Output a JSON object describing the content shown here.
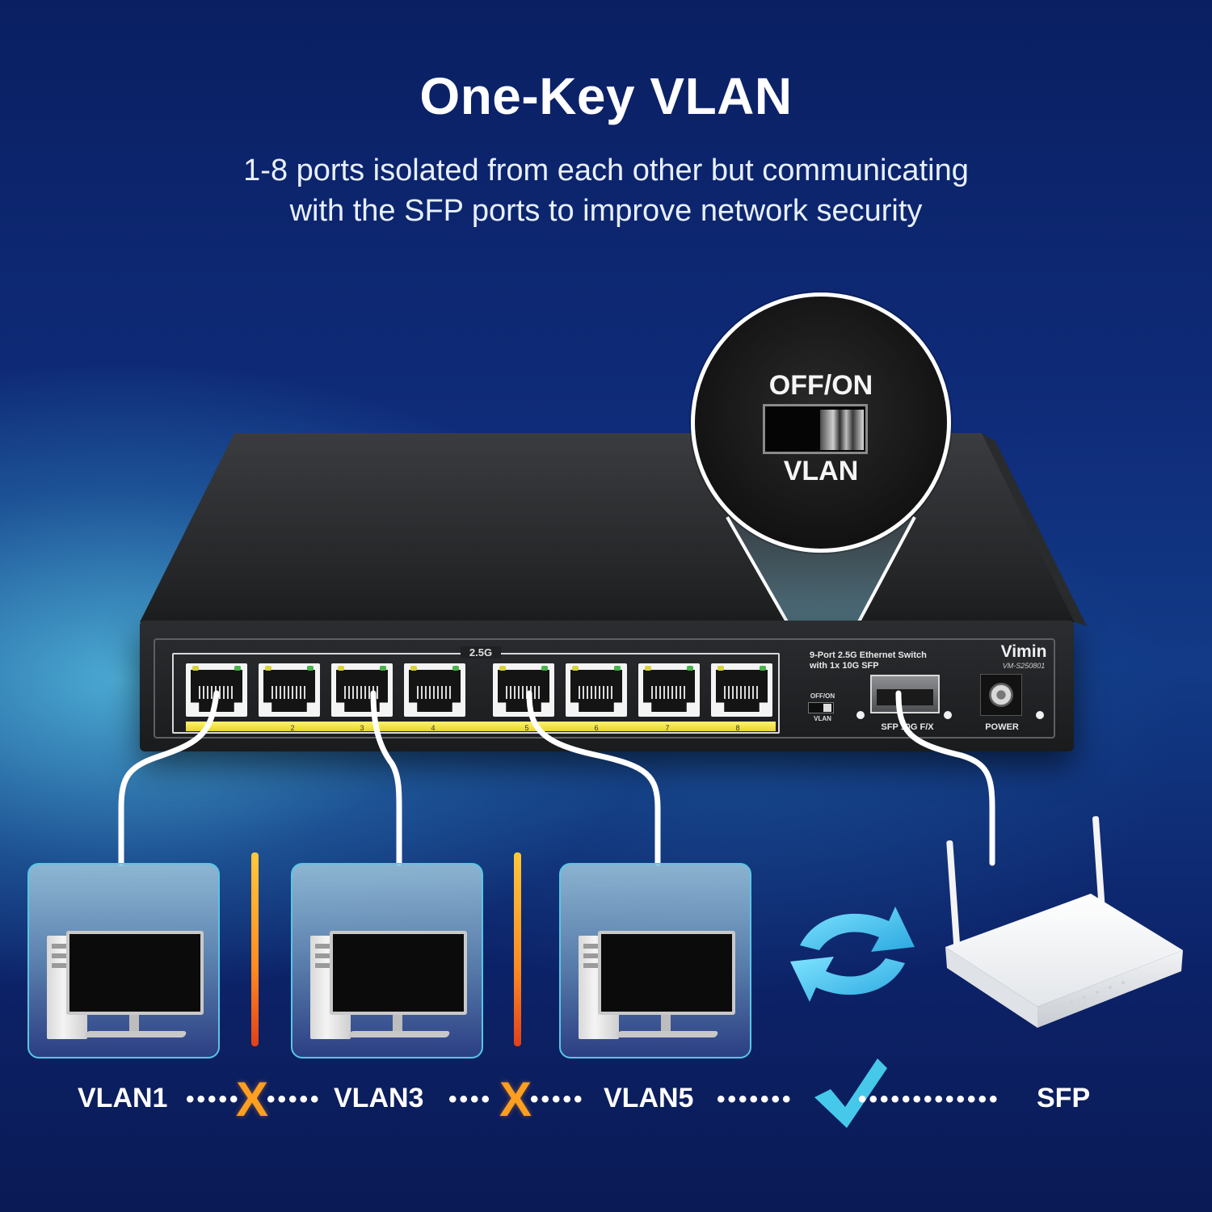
{
  "heading": {
    "title": "One-Key VLAN",
    "subtitle_line1": "1-8 ports isolated from each other but communicating",
    "subtitle_line2": "with the SFP ports to improve network security"
  },
  "callout": {
    "off_on": "OFF/ON",
    "vlan": "VLAN"
  },
  "switch": {
    "speed_label": "2.5G",
    "title_line1": "9-Port 2.5G Ethernet Switch",
    "title_line2": "with 1x 10G SFP",
    "brand": "Vimin",
    "model": "VM-S250801",
    "small_off_on": "OFF/ON",
    "small_vlan": "VLAN",
    "sfp_label": "SFP 10G F/X",
    "power_label": "POWER",
    "port_numbers": [
      "2",
      "3",
      "4",
      "5",
      "6",
      "7",
      "8"
    ]
  },
  "bottom": {
    "vlan1": "VLAN1",
    "vlan3": "VLAN3",
    "vlan5": "VLAN5",
    "sfp": "SFP",
    "dots_a": "•••••",
    "dots_b": "•••••",
    "dots_c": "••••",
    "dots_d": "•••••",
    "dots_e": "•••••••",
    "dots_f": "•••••••••••••",
    "cross": "X"
  },
  "colors": {
    "accent_cyan": "#58c6e4",
    "cross_orange": "#ff9f1f",
    "check_cyan": "#46c8ea"
  },
  "icons": [
    "pc-icon",
    "router-icon",
    "sync-arrows-icon",
    "check-icon",
    "cross-icon"
  ]
}
